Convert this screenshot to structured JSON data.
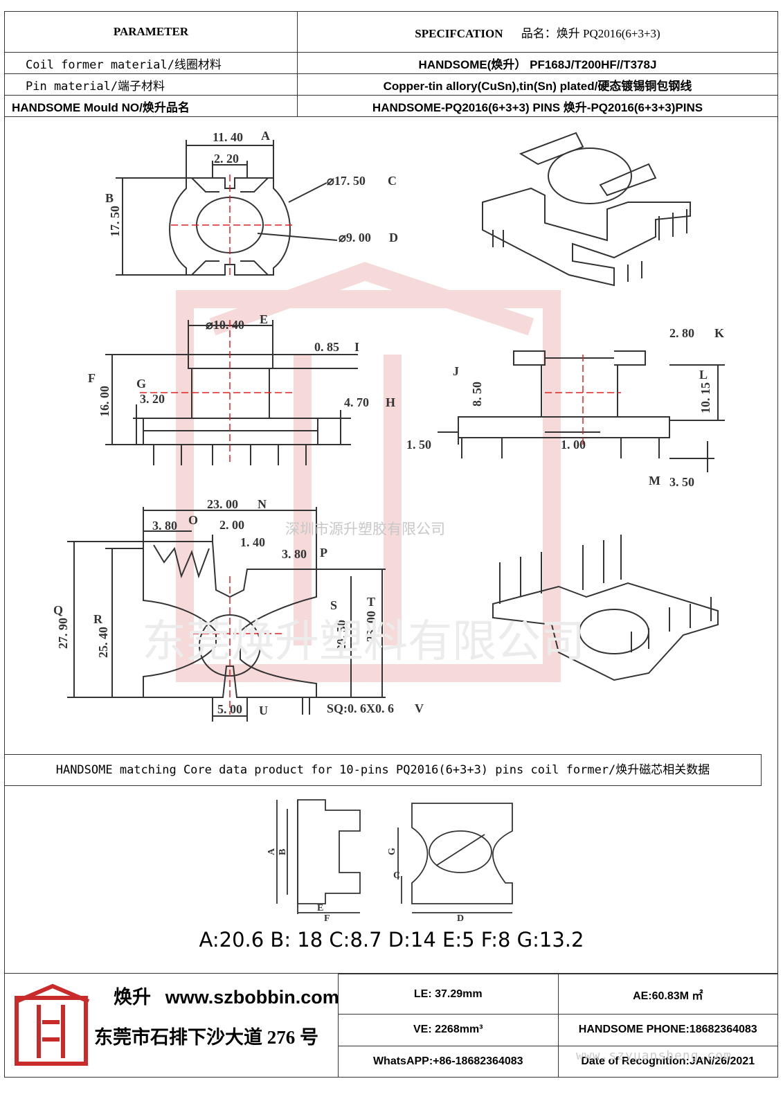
{
  "spec": {
    "parameter_label": "PARAMETER",
    "specification_label": "SPECIFCATION",
    "product_name": "品名：焕升 PQ2016(6+3+3)",
    "rows": [
      {
        "label": "Coil former material/线圈材料",
        "value": "HANDSOME(焕升）    PF168J/T200HF//T378J"
      },
      {
        "label": "Pin material/端子材料",
        "value": "Copper-tin allory(CuSn),tin(Sn) plated/硬态镀锡铜包钢线"
      },
      {
        "label": "HANDSOME Mould NO/焕升品名",
        "value": "HANDSOME-PQ2016(6+3+3) PINS     焕升-PQ2016(6+3+3)PINS"
      }
    ]
  },
  "drawing": {
    "dimensions": {
      "A": "11. 40",
      "B": "17. 50",
      "C": "⌀17. 50",
      "D": "⌀9. 00",
      "a_sub": "2. 20",
      "E": "⌀10. 40",
      "F": "16. 00",
      "G": "3. 20",
      "H": "4. 70",
      "I": "0. 85",
      "J": "8. 50",
      "K": "2. 80",
      "L": "10. 15",
      "M": "3. 50",
      "side_a": "1. 50",
      "side_b": "1. 00",
      "N": "23. 00",
      "O": "3. 80",
      "o_sub": "2. 00",
      "o_sub2": "1. 40",
      "P": "3. 80",
      "Q": "27. 90",
      "R": "25. 40",
      "S": "20. 50",
      "T": "23. 00",
      "U": "5. 00",
      "V": "SQ:0. 6X0. 6"
    },
    "letters": [
      "A",
      "B",
      "C",
      "D",
      "E",
      "F",
      "G",
      "H",
      "I",
      "J",
      "K",
      "L",
      "M",
      "N",
      "O",
      "P",
      "Q",
      "R",
      "S",
      "T",
      "U",
      "V"
    ],
    "watermark_company": "深圳市源升塑胶有限公司",
    "watermark_big": "东莞焕升塑料有限公司"
  },
  "core": {
    "title": "HANDSOME matching Core data  product for 10-pins PQ2016(6+3+3) pins coil former/焕升磁芯相关数据",
    "labels": [
      "A",
      "B",
      "C",
      "D",
      "E",
      "F",
      "G"
    ],
    "values": "A:20.6 B: 18 C:8.7 D:14 E:5 F:8 G:13.2"
  },
  "footer": {
    "brand_name": "焕升",
    "website": "www.szbobbin.com",
    "address": "东莞市石排下沙大道 276 号",
    "le": "LE: 37.29mm",
    "ae": "AE:60.83M ㎡",
    "ve": "VE: 2268mm³",
    "phone": "HANDSOME PHONE:18682364083",
    "whatsapp": "WhatsAPP:+86-18682364083",
    "date": "Date of Recognition:JAN/26/2021",
    "watermark_url": "www.szyuansheng.com"
  },
  "colors": {
    "line": "#333333",
    "centerline": "#e02020",
    "watermark": "#f2c8c8"
  }
}
